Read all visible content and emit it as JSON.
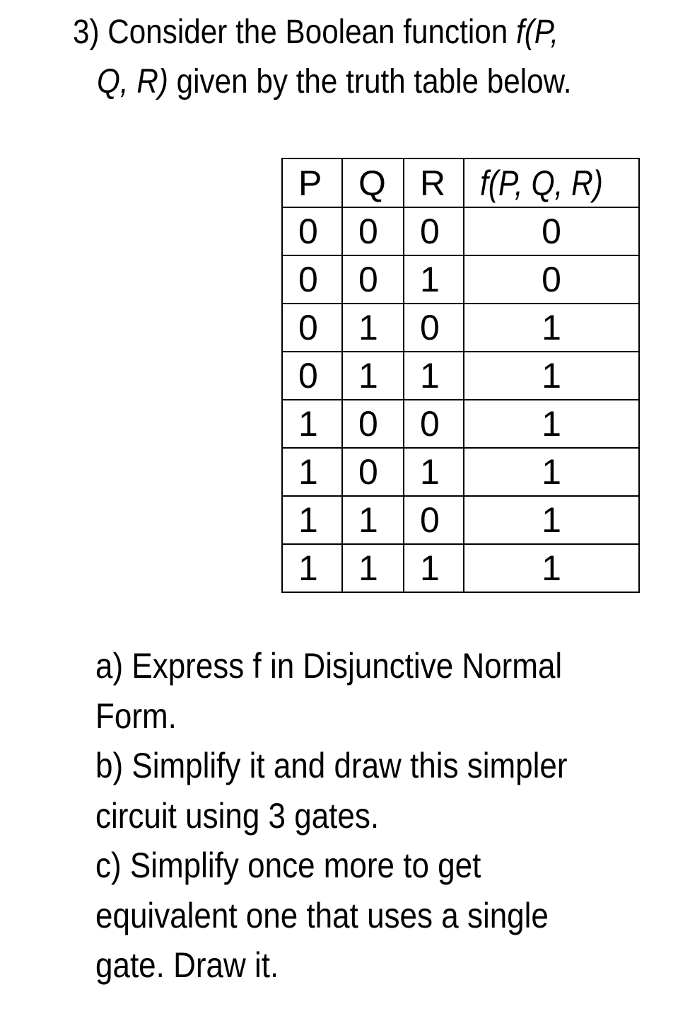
{
  "page": {
    "background": "#ffffff",
    "text_color": "#000000"
  },
  "problem_heading": {
    "line1_regular": "3) Consider the Boolean function ",
    "line1_italic": "f(P,",
    "line2_italic": "Q, R)",
    "line2_regular": " given by the truth table below."
  },
  "truth_table": {
    "headers": [
      "P",
      "Q",
      "R",
      "f(P, Q, R)"
    ],
    "rows": [
      [
        "0",
        "0",
        "0",
        "0"
      ],
      [
        "0",
        "0",
        "1",
        "0"
      ],
      [
        "0",
        "1",
        "0",
        "1"
      ],
      [
        "0",
        "1",
        "1",
        "1"
      ],
      [
        "1",
        "0",
        "0",
        "1"
      ],
      [
        "1",
        "0",
        "1",
        "1"
      ],
      [
        "1",
        "1",
        "0",
        "1"
      ],
      [
        "1",
        "1",
        "1",
        "1"
      ]
    ]
  },
  "questions": {
    "lines": [
      "a) Express f in Disjunctive Normal",
      "Form.",
      "b) Simplify it and draw this simpler",
      "circuit using 3 gates.",
      "c) Simplify once more to get",
      "equivalent one that uses a single",
      "gate. Draw it."
    ]
  }
}
